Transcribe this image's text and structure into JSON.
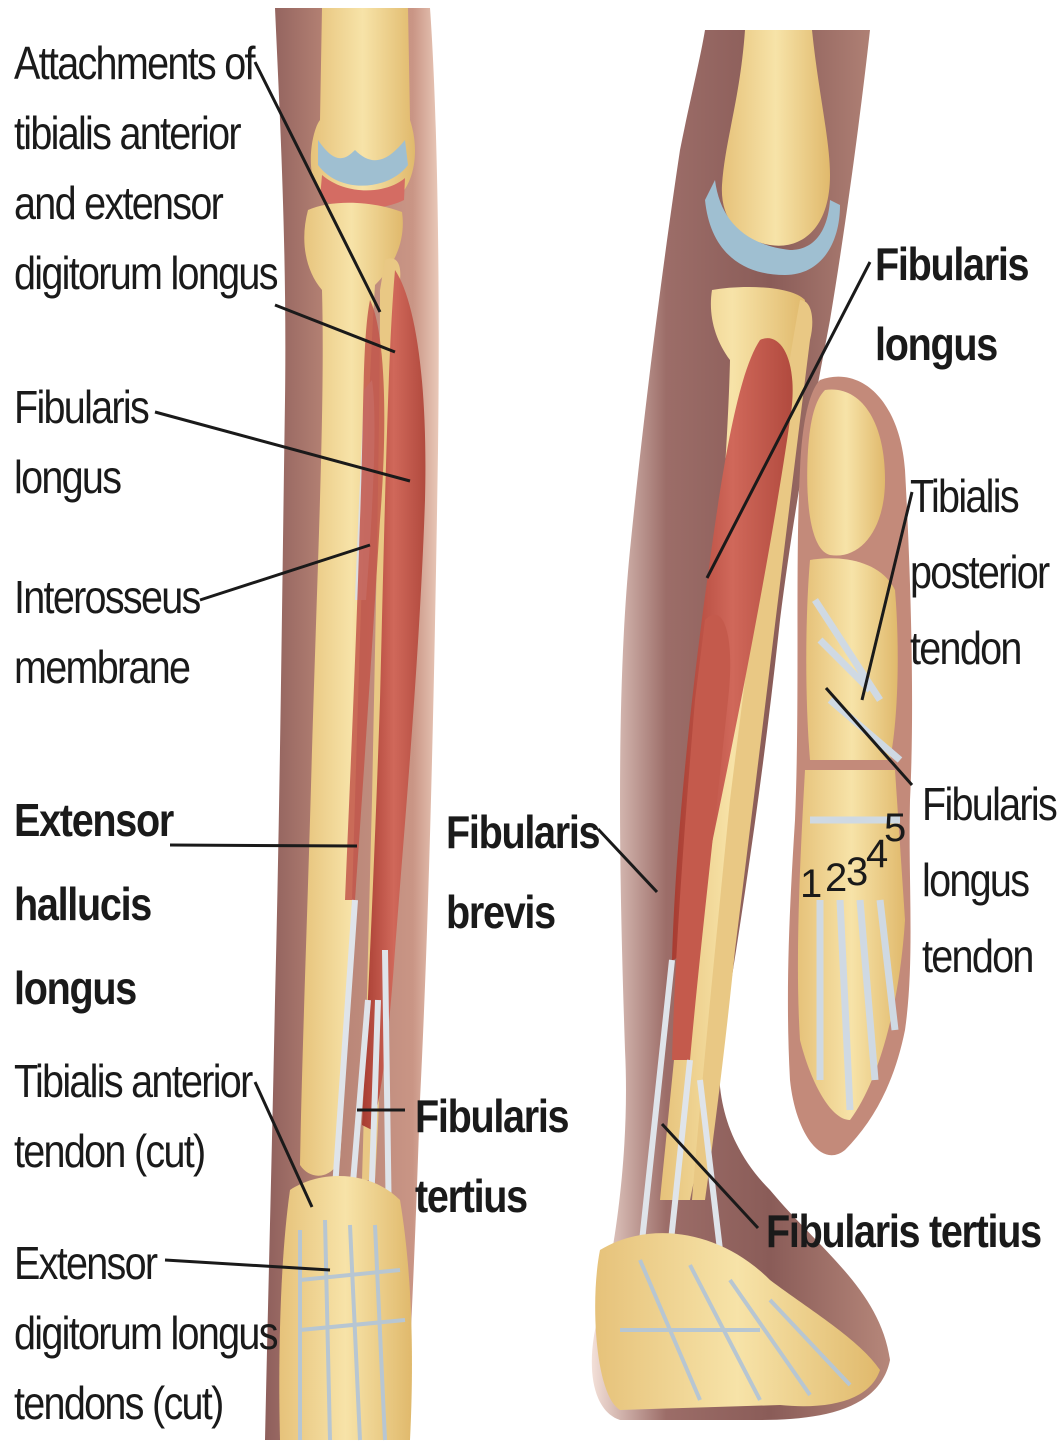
{
  "labels": {
    "attachments": "Attachments of\ntibialis anterior\nand extensor\ndigitorum longus",
    "fibularis_longus_left": "Fibularis\nlongus",
    "interosseus_membrane": "Interosseus\nmembrane",
    "extensor_hallucis_longus": "Extensor\nhallucis\nlongus",
    "tibialis_anterior_tendon": "Tibialis anterior\ntendon (cut)",
    "extensor_digitorum_tendons": "Extensor\ndigitorum longus\ntendons (cut)",
    "fibularis_tertius_left": "Fibularis\ntertius",
    "fibularis_longus_right": "Fibularis\nlongus",
    "tibialis_posterior_tendon": "Tibialis\nposterior\ntendon",
    "fibularis_longus_tendon": "Fibularis\nlongus\ntendon",
    "fibularis_brevis": "Fibularis\nbrevis",
    "fibularis_tertius_right": "Fibularis tertius"
  },
  "toe_numbers": [
    "1",
    "2",
    "3",
    "4",
    "5"
  ],
  "colors": {
    "muscle": "#c8584a",
    "muscle_dark": "#a83f33",
    "bone": "#f1d48e",
    "bone_shadow": "#d9b467",
    "skin": "#b07a6e",
    "skin_dark": "#8b5a55",
    "tendon": "#d6dde6",
    "cartilage": "#9fbfd1",
    "leader": "#1a1a1a"
  }
}
